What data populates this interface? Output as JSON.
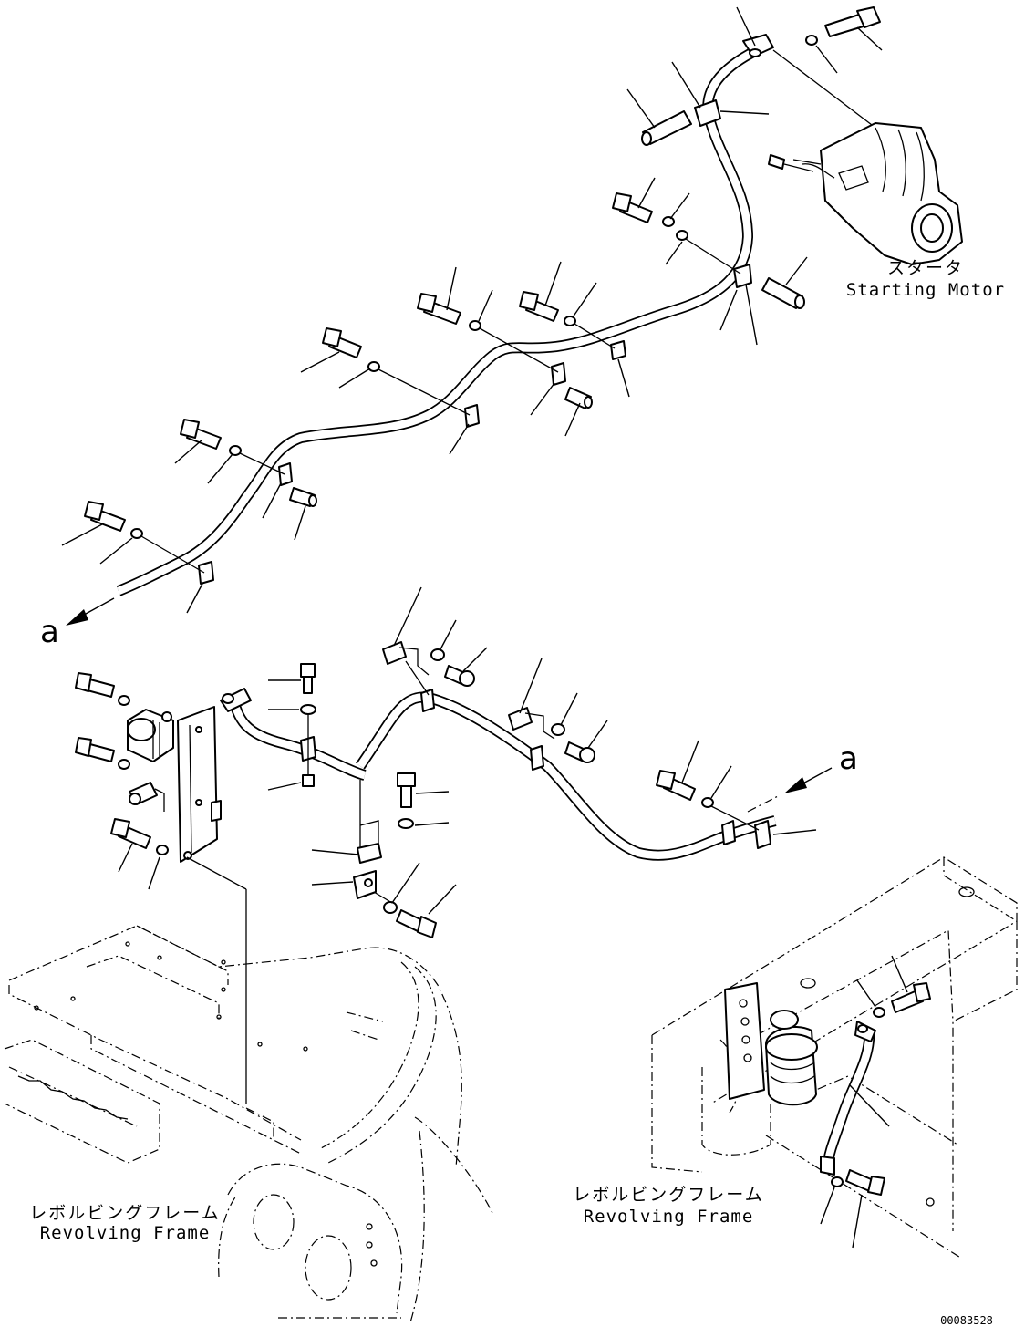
{
  "labels": {
    "starter_jp": "スタータ",
    "starter_en": "Starting Motor",
    "frame_left_jp": "レボルビングフレーム",
    "frame_left_en": "Revolving Frame",
    "frame_right_jp": "レボルビングフレーム",
    "frame_right_en": "Revolving Frame",
    "ref_a_top": "a",
    "ref_a_mid": "a",
    "drawing_number": "00083528"
  }
}
